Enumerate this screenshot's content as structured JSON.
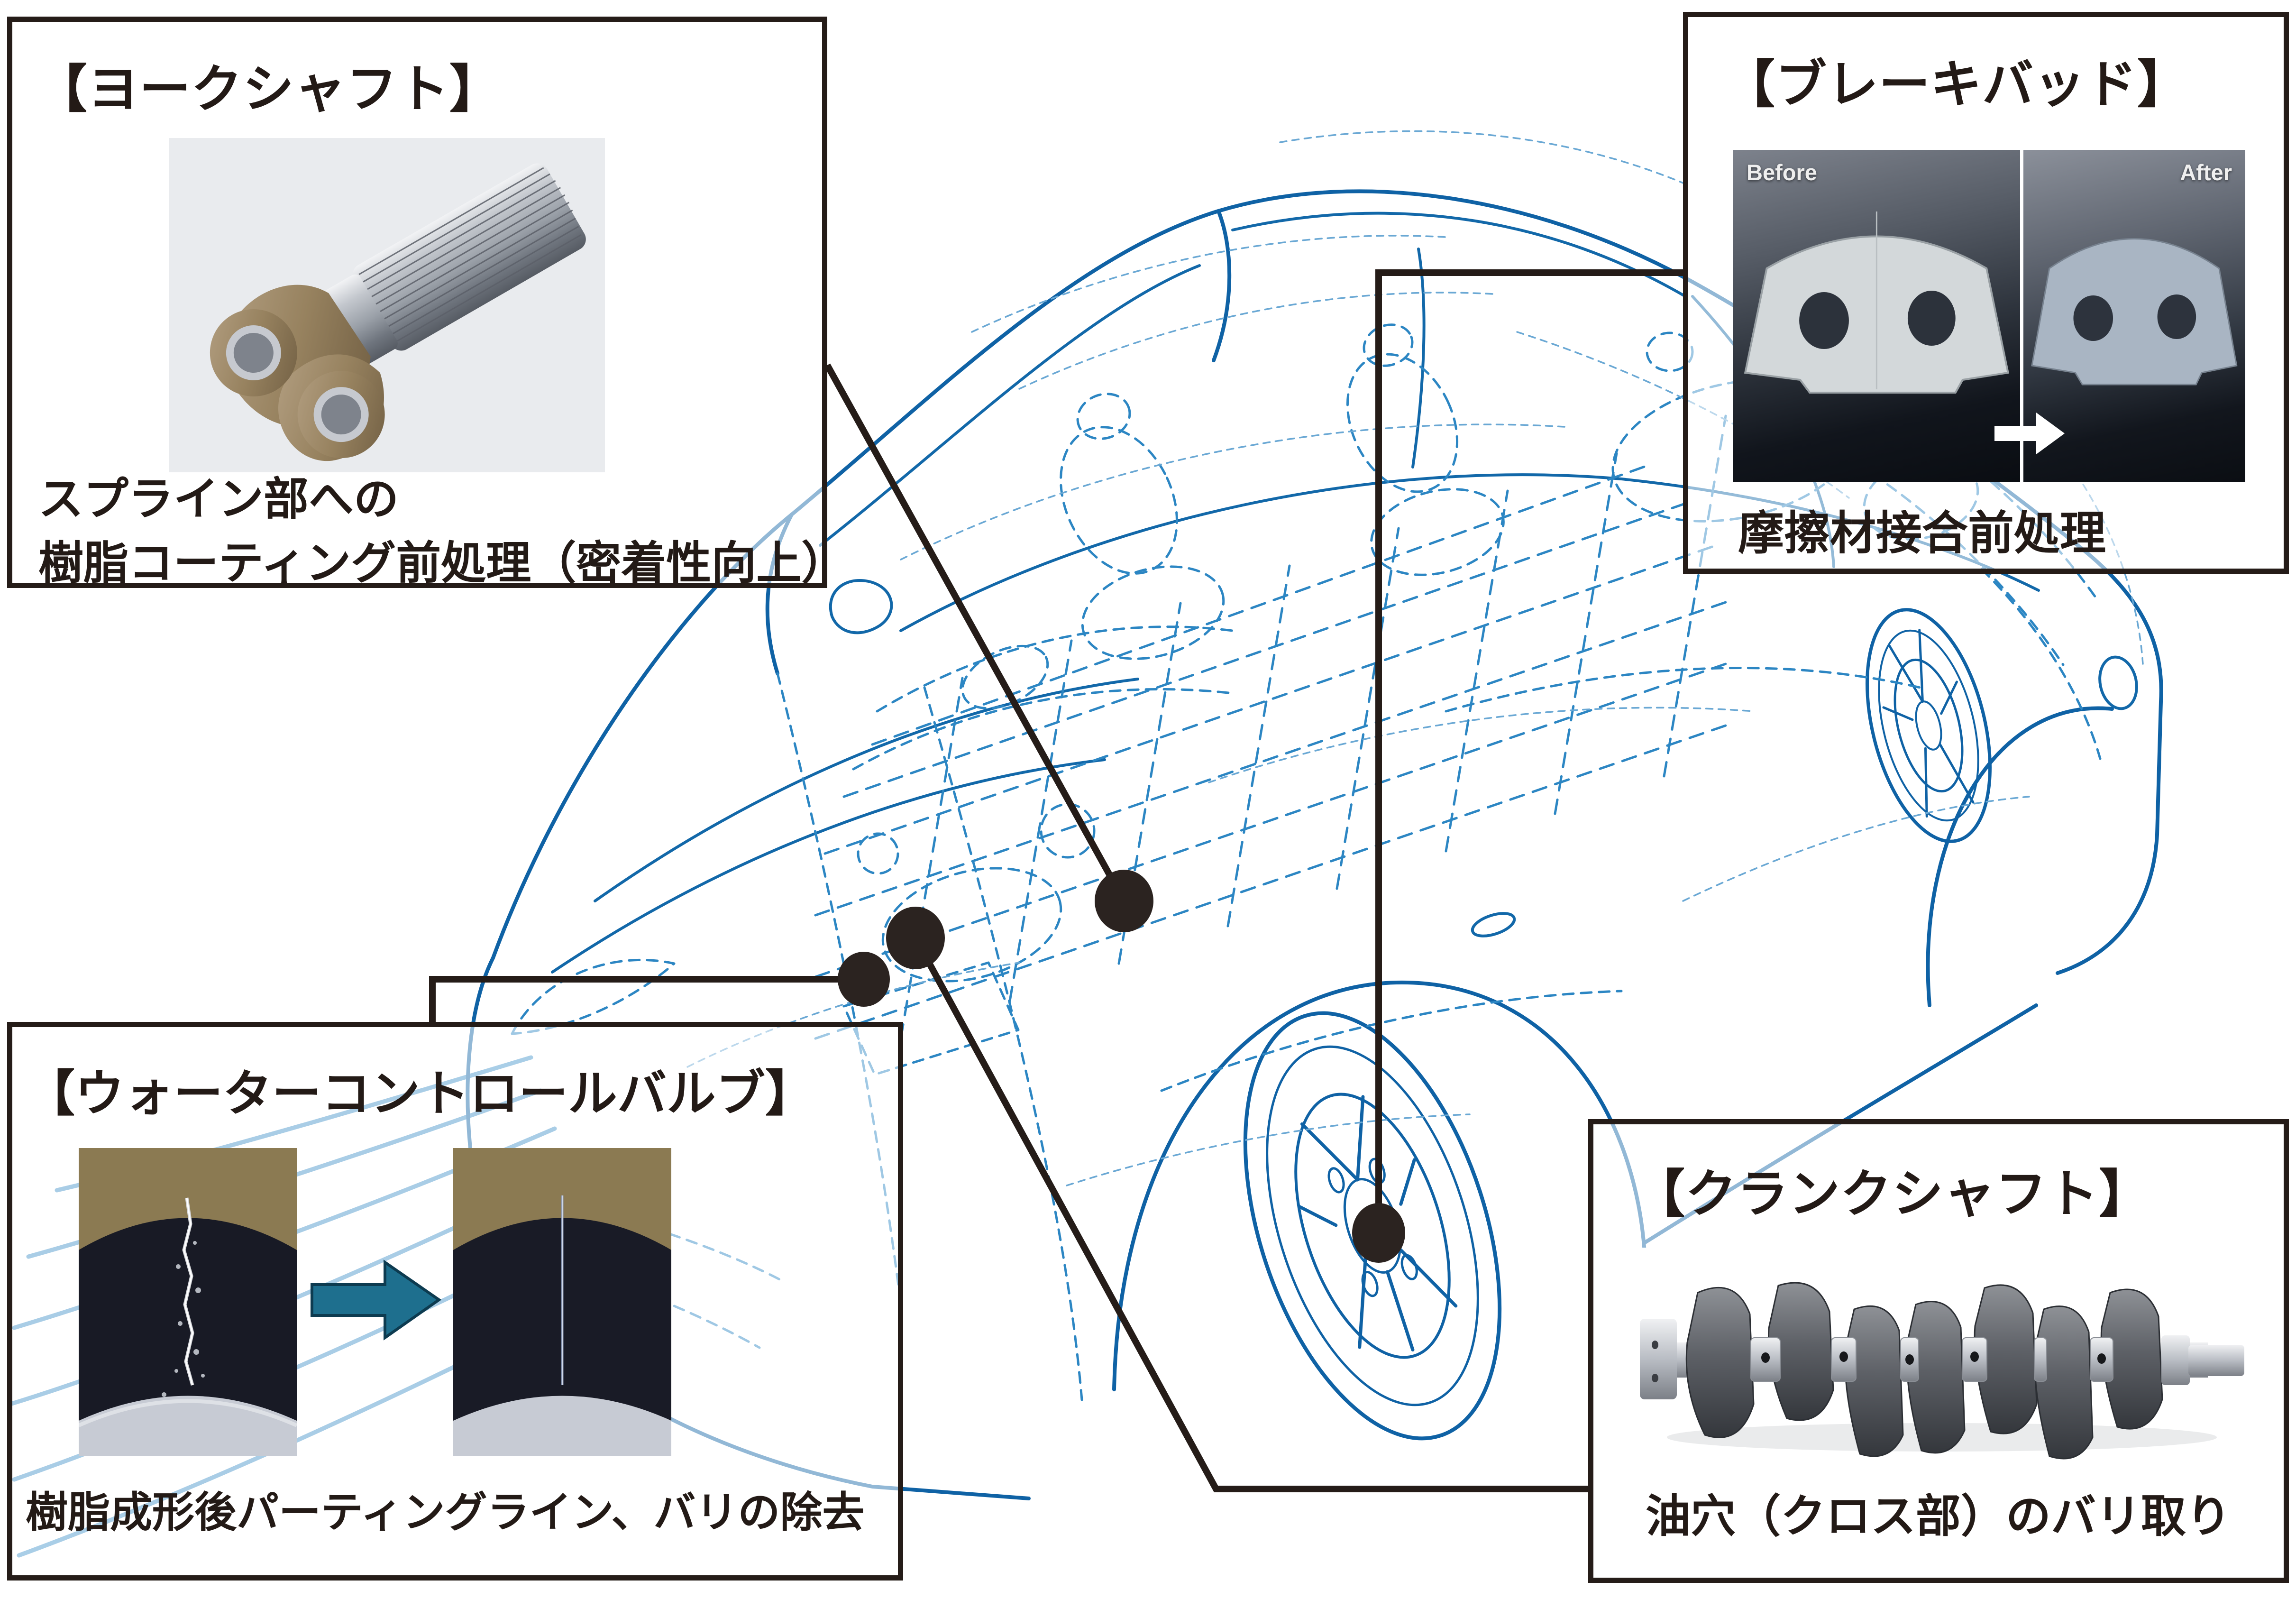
{
  "figure": {
    "description": "automotive parts treatment callout diagram over wireframe car",
    "background": "#ffffff",
    "colors": {
      "box_border": "#251c18",
      "connector": "#251c18",
      "wire_solid": "#0f62a5",
      "wire_dashed": "#2c86c3",
      "wire_light": "#85b5d9",
      "teal_arrow": "#1e6f8e",
      "white_arrow": "#ffffff",
      "brake_pad_before": "#d3d8da",
      "brake_pad_after": "#a9b5c3",
      "valve_top_band": "#8b7a52",
      "valve_body": "#181a25",
      "valve_bottom": "#c7cbd4",
      "yoke_bronze": "#9b8668",
      "steel": "#c9ccd2"
    }
  },
  "callouts": {
    "yoke": {
      "title": "【ヨークシャフト】",
      "caption_line1": "スプライン部への",
      "caption_line2": "樹脂コーティング前処理（密着性向上）",
      "photo": "yoke-shaft-part"
    },
    "brake": {
      "title": "【ブレーキバッド】",
      "label_before": "Before",
      "label_after": "After",
      "caption": "摩擦材接合前処理",
      "photo": "brake-pad-before-after"
    },
    "valve": {
      "title": "【ウォーターコントロールバルブ】",
      "caption": "樹脂成形後パーティングライン、バリの除去",
      "photo": "parting-line-before-after"
    },
    "crank": {
      "title": "【クランクシャフト】",
      "caption": "油穴（クロス部）のバリ取り",
      "photo": "crankshaft-part"
    }
  }
}
